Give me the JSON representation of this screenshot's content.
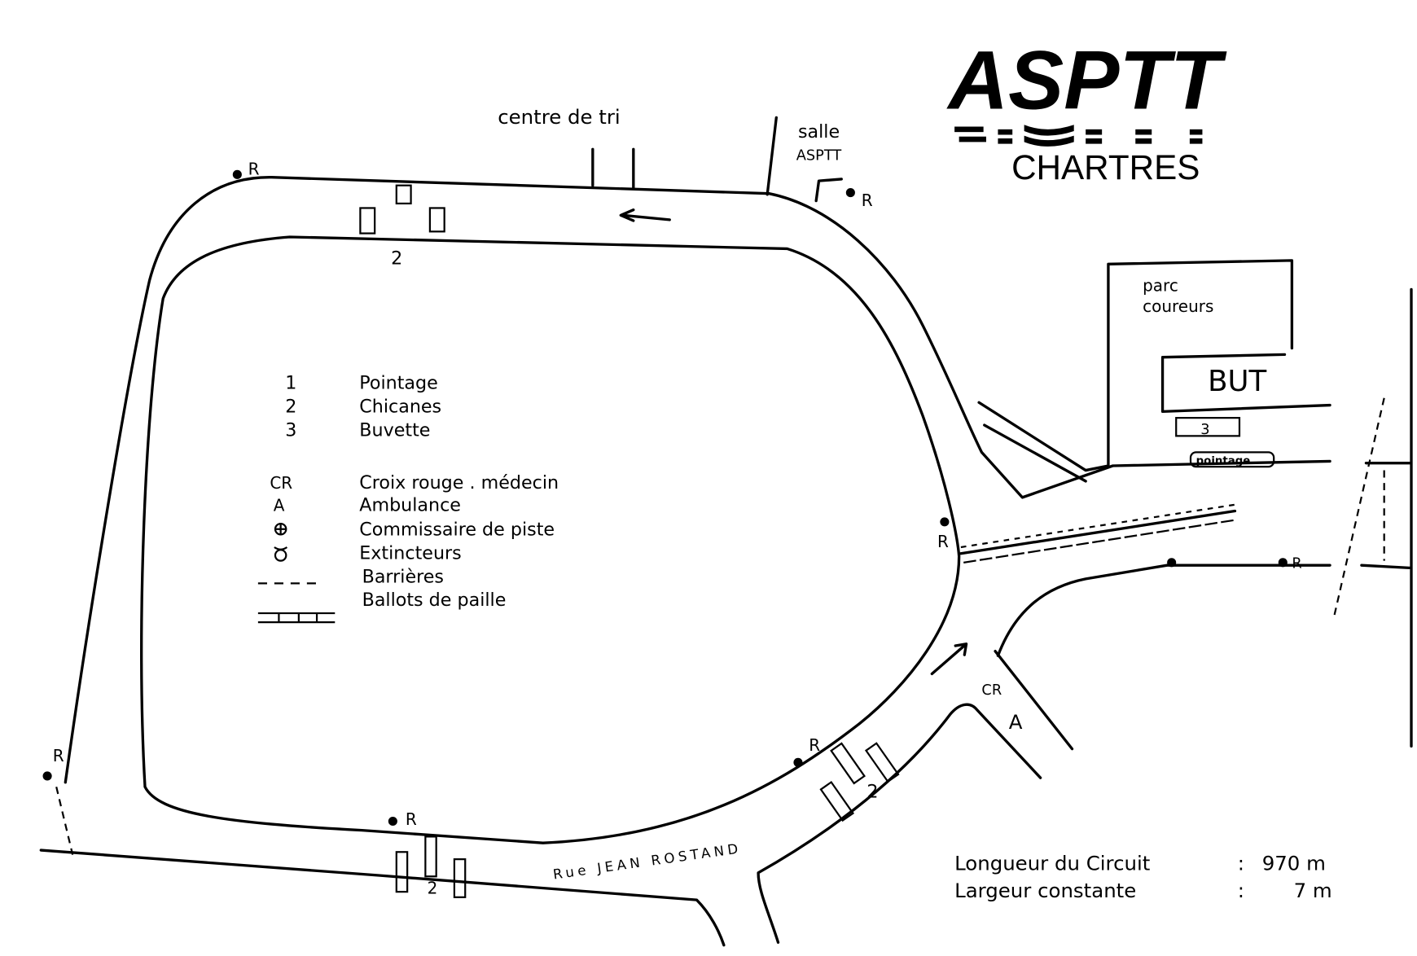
{
  "logo": {
    "name": "ASPTT",
    "city": "CHARTRES"
  },
  "places": {
    "sorting_center": "centre de tri",
    "hall_line1": "salle",
    "hall_line2": "ASPTT",
    "paddock_line1": "parc",
    "paddock_line2": "coureurs",
    "finish": "BUT",
    "bar_number": "3",
    "timing": "pointage",
    "street": "Rue JEAN ROSTAND",
    "first_aid": "CR",
    "ambulance": "A",
    "chicane_number": "2"
  },
  "legend": {
    "numbered": [
      {
        "key": "1",
        "label": "Pointage"
      },
      {
        "key": "2",
        "label": "Chicanes"
      },
      {
        "key": "3",
        "label": "Buvette"
      }
    ],
    "symbols": [
      {
        "key": "CR",
        "label": "Croix rouge . médecin"
      },
      {
        "key": "A",
        "label": "Ambulance"
      },
      {
        "key": "commissaire-symbol",
        "label": "Commissaire de piste"
      },
      {
        "key": "extinguisher-symbol",
        "label": "Extincteurs"
      },
      {
        "key": "dashed-line",
        "label": "Barrières"
      },
      {
        "key": "bales-line",
        "label": "Ballots de paille"
      }
    ]
  },
  "circuit_info": {
    "length_label": "Longueur du Circuit",
    "length_value": "970 m",
    "width_label": "Largeur constante",
    "width_value": "7 m",
    "separator": ":"
  }
}
